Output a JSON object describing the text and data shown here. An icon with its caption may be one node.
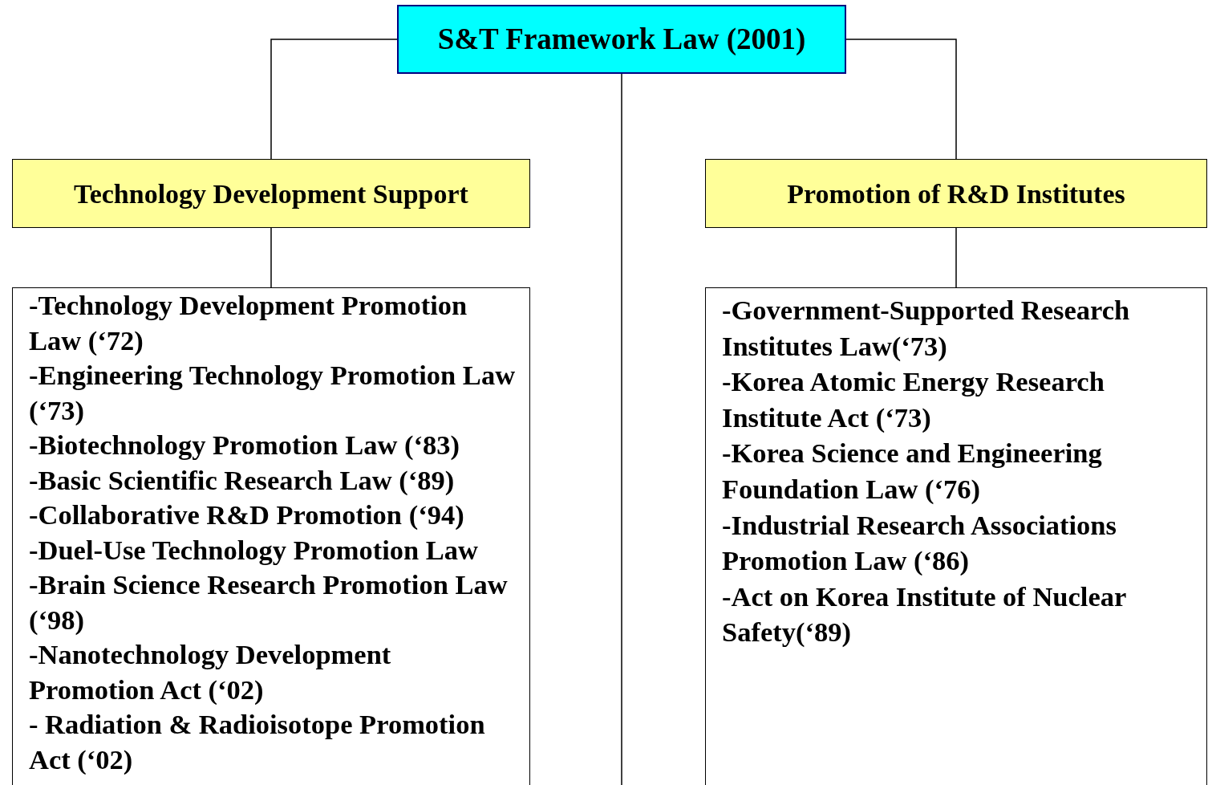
{
  "diagram": {
    "nodes": [
      {
        "text": [
          "S&T Framework Law (2001)"
        ]
      },
      {
        "text": [
          "Technology Development Support"
        ]
      },
      {
        "text": [
          "Promotion of R&D Institutes"
        ]
      },
      {
        "text": [
          "-Technology Development Promotion Law (‘72)",
          "-Engineering Technology Promotion Law (‘73)",
          "-Biotechnology Promotion Law (‘83)",
          "-Basic Scientific Research Law (‘89)",
          "-Collaborative R&D Promotion (‘94)",
          "-Duel-Use Technology Promotion Law",
          "-Brain Science Research Promotion Law (‘98)",
          "-Nanotechnology Development Promotion Act (‘02)",
          "- Radiation & Radioisotope Promotion Act (‘02)"
        ]
      },
      {
        "text": [
          "-Government-Supported Research Institutes Law(‘73)",
          "-Korea Atomic Energy Research Institute Act (‘73)",
          "-Korea Science and Engineering Foundation Law (‘76)",
          "-Industrial Research Associations Promotion Law (‘86)",
          "-Act on Korea Institute of Nuclear Safety(‘89)"
        ]
      }
    ],
    "edges": [
      {
        "from": 0,
        "to": 1,
        "arrow": "none"
      },
      {
        "from": 0,
        "to": 2,
        "arrow": "none"
      },
      {
        "from": 0,
        "to": null,
        "arrow": "none"
      },
      {
        "from": 1,
        "to": 3,
        "arrow": "none"
      },
      {
        "from": 2,
        "to": 4,
        "arrow": "none"
      }
    ]
  }
}
